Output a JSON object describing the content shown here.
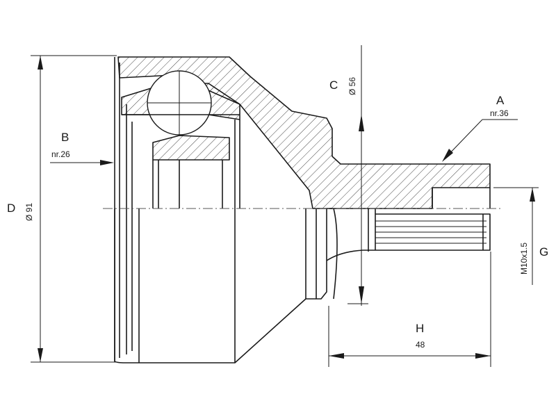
{
  "dimensions": {
    "A": {
      "letter": "A",
      "value": "nr.36"
    },
    "B": {
      "letter": "B",
      "value": "nr.26"
    },
    "C": {
      "letter": "C",
      "value": "Ø 56"
    },
    "D": {
      "letter": "D",
      "value": "Ø 91"
    },
    "G": {
      "letter": "G",
      "value": "M10x1.5"
    },
    "H": {
      "letter": "H",
      "value": "48"
    }
  }
}
